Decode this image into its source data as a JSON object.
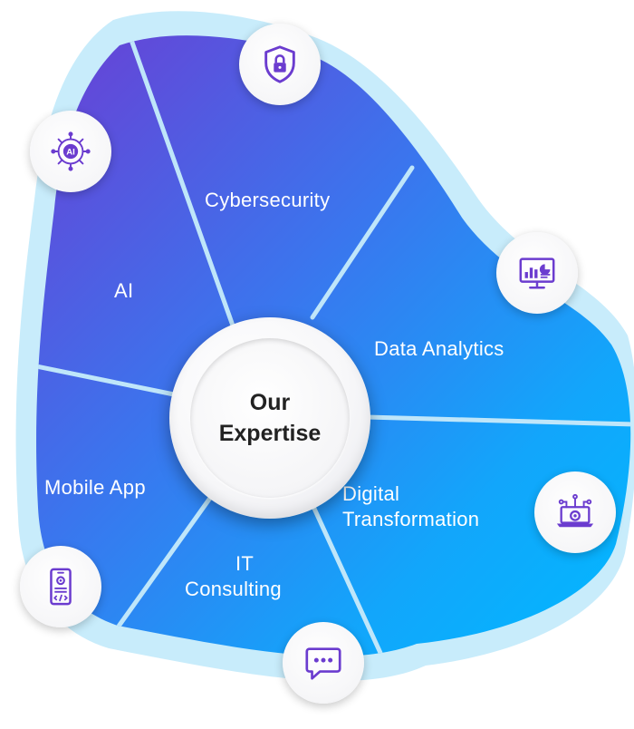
{
  "center": {
    "line1": "Our",
    "line2": "Expertise"
  },
  "segments": [
    {
      "id": "ai",
      "label": "AI"
    },
    {
      "id": "cybersecurity",
      "label": "Cybersecurity"
    },
    {
      "id": "data-analytics",
      "label": "Data Analytics"
    },
    {
      "id": "digital-transformation",
      "line1": "Digital",
      "line2": "Transformation"
    },
    {
      "id": "it-consulting",
      "line1": "IT",
      "line2": "Consulting"
    },
    {
      "id": "mobile-app",
      "label": "Mobile App"
    }
  ],
  "icons": {
    "ai": "ai-chip-icon",
    "cybersecurity": "shield-lock-icon",
    "data_analytics": "monitor-chart-icon",
    "digital_transformation": "laptop-gear-icon",
    "it_consulting": "chat-bubble-icon",
    "mobile_app": "mobile-settings-icon"
  },
  "colors": {
    "purple": "#6a3fd4",
    "blue": "#1e7ff0",
    "cyan": "#00b6ff",
    "outer_ring": "#c8ecfb",
    "icon": "#6b3ccf"
  }
}
